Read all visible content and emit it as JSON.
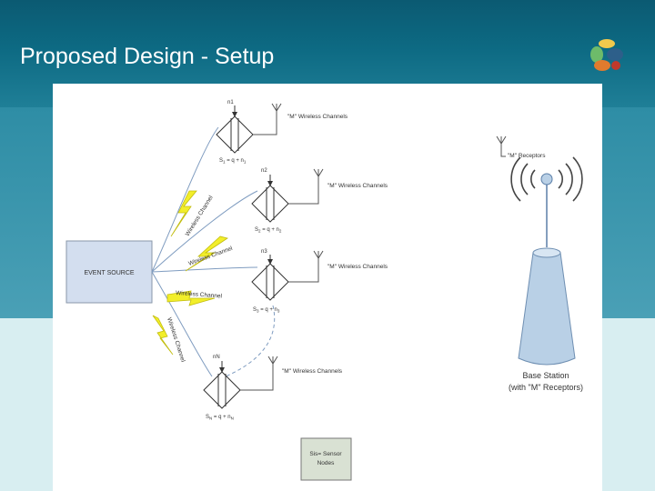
{
  "slide": {
    "title": "Proposed Design - Setup"
  },
  "diagram": {
    "event_source": "EVENT SOURCE",
    "wireless_channel": "Wireless Channel",
    "m_wireless_channels": "\"M\" Wireless Channels",
    "m_receptors": "\"M\" Receptors",
    "base_station": "Base Station",
    "base_station_sub": "(with \"M\" Receptors)",
    "legend_line1": "Sis= Sensor",
    "legend_line2": "Nodes",
    "nodes": [
      {
        "noise": "n1",
        "eq_s": "S",
        "eq_sub": "1",
        "eq_rest": " = q + n",
        "eq_nsub": "1"
      },
      {
        "noise": "n2",
        "eq_s": "S",
        "eq_sub": "2",
        "eq_rest": " = q + n",
        "eq_nsub": "2"
      },
      {
        "noise": "n3",
        "eq_s": "S",
        "eq_sub": "3",
        "eq_rest": " = q + n",
        "eq_nsub": "3"
      },
      {
        "noise": "nN",
        "eq_s": "S",
        "eq_sub": "N",
        "eq_rest": " = q + n",
        "eq_nsub": "N"
      }
    ]
  },
  "colors": {
    "header": "#0d6a83",
    "lightning": "#f2ee2a",
    "event_box": "#d3deef",
    "base_station": "#b9d0e6"
  }
}
